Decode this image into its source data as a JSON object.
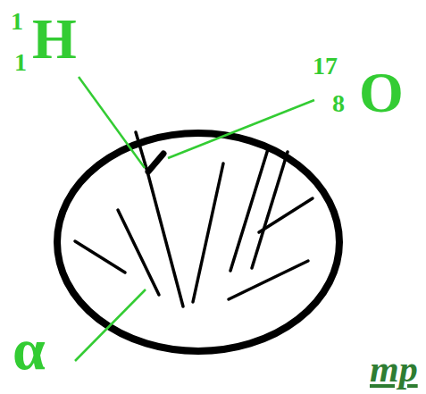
{
  "diagram": {
    "labels": [
      "1",
      "1",
      "H",
      "17",
      "8",
      "O",
      "α",
      "тр"
    ]
  }
}
